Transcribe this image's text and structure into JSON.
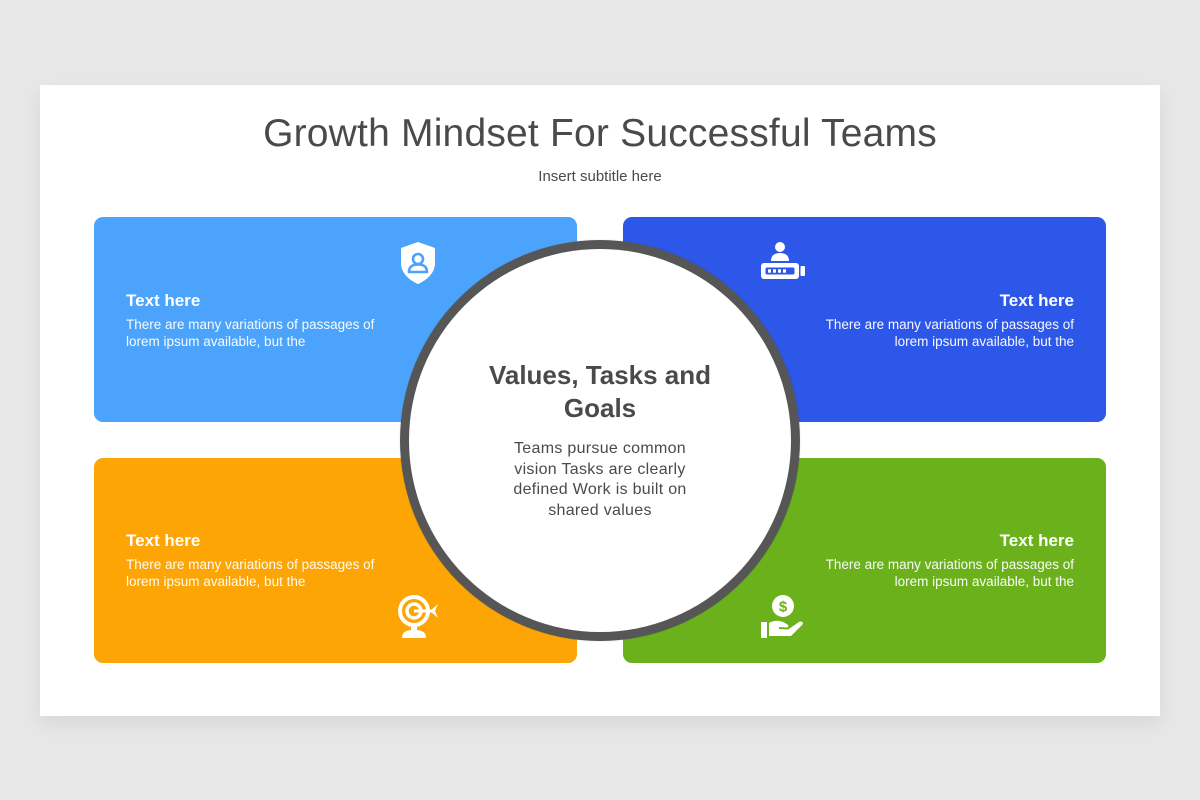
{
  "slide": {
    "title": "Growth Mindset For Successful Teams",
    "subtitle": "Insert subtitle here"
  },
  "center": {
    "title": "Values, Tasks and Goals",
    "body": "Teams pursue common vision Tasks are clearly defined Work is built on shared values",
    "border_color": "#565656"
  },
  "cards": [
    {
      "position": "top-left",
      "heading": "Text here",
      "body": "There are many variations of passages of lorem ipsum available, but the",
      "color": "#4ba3fb",
      "icon": "shield-user-icon"
    },
    {
      "position": "top-right",
      "heading": "Text here",
      "body": "There are many variations of passages of lorem ipsum available, but the",
      "color": "#2c57e8",
      "icon": "user-id-card-icon"
    },
    {
      "position": "bottom-left",
      "heading": "Text here",
      "body": "There are many variations of passages of lorem ipsum available, but the",
      "color": "#fca505",
      "icon": "target-arrow-icon"
    },
    {
      "position": "bottom-right",
      "heading": "Text here",
      "body": "There are many variations of passages of lorem ipsum available, but the",
      "color": "#6ab11c",
      "icon": "hand-money-icon"
    }
  ]
}
